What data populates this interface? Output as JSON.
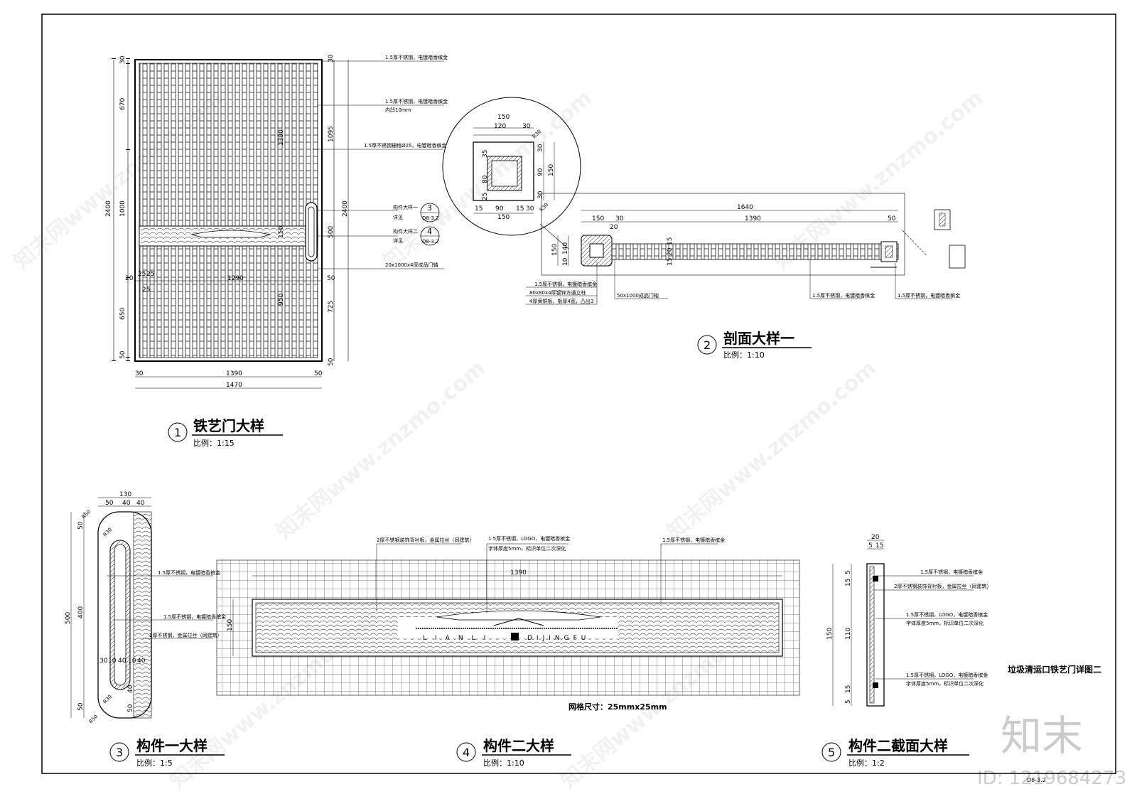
{
  "sheet": {
    "drawing_title": "垃圾清运口铁艺门详图二",
    "sheet_no": "D8-3.2"
  },
  "views": {
    "v1": {
      "num": "1",
      "title": "铁艺门大样",
      "scale": "比例：1:15"
    },
    "v2": {
      "num": "2",
      "title": "剖面大样一",
      "scale": "比例：1:10"
    },
    "v3": {
      "num": "3",
      "title": "构件一大样",
      "scale": "比例：1:5"
    },
    "v4": {
      "num": "4",
      "title": "构件二大样",
      "scale": "比例：1:10"
    },
    "v5": {
      "num": "5",
      "title": "构件二截面大样",
      "scale": "比例：1:2"
    }
  },
  "door": {
    "dims_left": [
      "30",
      "670",
      "1000",
      "650",
      "50"
    ],
    "dim_total_left": "2400",
    "dims_right": [
      "30",
      "1095",
      "500",
      "725",
      "50"
    ],
    "dim_total_right": "2400",
    "dim_inner_height": "1300",
    "dim_inner_lower": "950",
    "dim_bottom_inner": "1390",
    "dim_bottom_total": "1470",
    "dim_bottom_left": "30",
    "dim_bottom_right": "50",
    "dim_mid_width": "1290",
    "dim_mid_right": "50",
    "dim_small": [
      "20",
      "25",
      "25",
      "25"
    ],
    "dim_band": "150",
    "notes": [
      "1.5厚不锈钢，电镀暗香槟金",
      "1.5厚不锈钢，电镀暗香槟金",
      "内凹10mm",
      "1.5厚不锈钢栅格Ø25，电镀暗香槟金",
      "20x1000x4厚成品门轴"
    ],
    "ref1_label": "构件大样一",
    "ref1_num": "3",
    "ref1_sheet": "D8-3.2",
    "ref1_prefix": "详见",
    "ref2_label": "构件大样二",
    "ref2_num": "4",
    "ref2_sheet": "D8-3.2",
    "ref2_prefix": "详见"
  },
  "section": {
    "bubble_dims": [
      "150",
      "120",
      "30",
      "35",
      "80",
      "25",
      "30",
      "90",
      "150",
      "30",
      "15",
      "90",
      "15",
      "30",
      "150"
    ],
    "radius_labels": [
      "R30",
      "R30"
    ],
    "dim_total": "1640",
    "dim_parts": [
      "150",
      "30",
      "1390",
      "50"
    ],
    "dim_small": [
      "20"
    ],
    "dim_left": [
      "10",
      "140",
      "150"
    ],
    "dim_inner": [
      "15",
      "20",
      "15"
    ],
    "notes_left": [
      "1.5厚不锈钢，电镀暗香槟金",
      "80x80x4厚镀锌方通立柱",
      "4厚黄铜板，板厚4宽，凸出3"
    ],
    "note_axis": "50x1000成品门轴",
    "note_mid": "1.5厚不锈钢，电镀暗香槟金",
    "note_right": "1.5厚不锈钢，电镀暗香槟金"
  },
  "part1": {
    "dims_top": [
      "130",
      "50",
      "40",
      "40"
    ],
    "dims_left": [
      "50",
      "400",
      "50"
    ],
    "dim_total": "500",
    "dims_bottom": [
      "30",
      "10",
      "40",
      "10",
      "40"
    ],
    "dim_small": [
      "40",
      "50"
    ],
    "radius_labels": [
      "R50",
      "R30",
      "R30",
      "R50"
    ],
    "notes": [
      "1.5厚不锈钢，电镀暗香槟金",
      "1.5厚不锈钢，电镀暗香槟金",
      "2厚不锈钢，金属拉丝（同建筑）"
    ]
  },
  "part2": {
    "dim_width": "1390",
    "dim_height": "150",
    "grid_note": "网格尺寸：25mmx25mm",
    "logo_text": "LIANLI",
    "logo_text2": "DIJINGFU",
    "notes": [
      "2厚不锈钢装饰背衬板，金属拉丝（同建筑）",
      "1.5厚不锈钢，LOGO，电镀暗香槟金",
      "字体厚度5mm，标识单位二次深化",
      "1.5厚不锈钢，电镀暗香槟金"
    ]
  },
  "part5": {
    "dims_top": [
      "20",
      "5",
      "15"
    ],
    "dims_left": [
      "5",
      "15",
      "110",
      "15",
      "5"
    ],
    "dim_total": "150",
    "notes": [
      "1.5厚不锈钢，电镀暗香槟金",
      "2厚不锈钢装饰背衬板，金属拉丝（同建筑）",
      "1.5厚不锈钢，LOGO，电镀暗香槟金",
      "字体厚度5mm，标识单位二次深化",
      "1.5厚不锈钢，LOGO，电镀暗香槟金",
      "字体厚度5mm，标识单位二次深化"
    ]
  },
  "watermark": {
    "site": "知末网www.znzmo.com",
    "brand": "知末",
    "id": "ID: 1219684273"
  }
}
